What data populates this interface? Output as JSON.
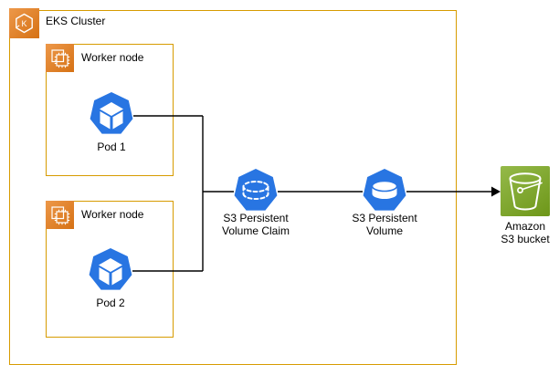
{
  "diagram": {
    "eks_cluster_label": "EKS Cluster",
    "eks_icon_letter": "K",
    "worker_node1_label": "Worker node",
    "worker_node2_label": "Worker node",
    "pod1_label": "Pod 1",
    "pod2_label": "Pod 2",
    "pvc_label_line1": "S3 Persistent",
    "pvc_label_line2": "Volume Claim",
    "pv_label_line1": "S3 Persistent",
    "pv_label_line2": "Volume",
    "s3_label_line1": "Amazon",
    "s3_label_line2": "S3 bucket",
    "icons": {
      "eks": "eks-hexagon-k-icon",
      "worker_node": "cpu-chip-instances-icon",
      "pod": "kubernetes-pod-cube-icon",
      "pvc": "dashed-cylinder-claim-icon",
      "pv": "solid-cylinder-volume-icon",
      "s3": "s3-bucket-icon"
    },
    "colors": {
      "cluster_border": "#D79B00",
      "aws_orange": "#E87B16",
      "kubernetes_blue": "#2875E2",
      "s3_green": "#7AA81C",
      "connector": "#000000",
      "text": "#000000",
      "background": "#FFFFFF"
    }
  }
}
